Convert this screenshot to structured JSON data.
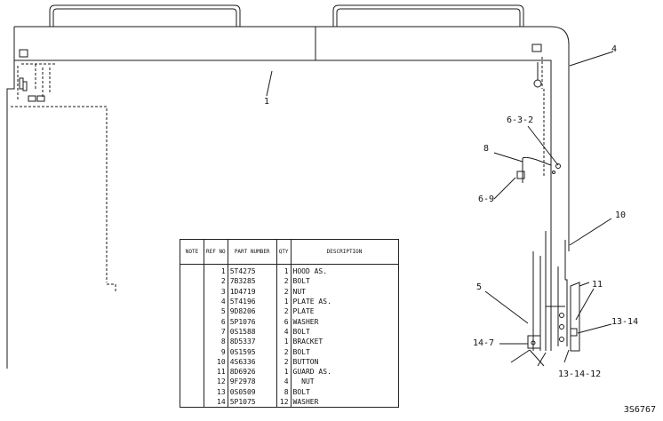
{
  "callouts": {
    "c1": "1",
    "c4": "4",
    "c6_3_2": "6-3-2",
    "c8": "8",
    "c6_9": "6-9",
    "c10": "10",
    "c11": "11",
    "c5": "5",
    "c13_14": "13-14",
    "c14_7": "14-7",
    "c13_14_12": "13-14-12"
  },
  "parts_table": {
    "headers": {
      "note": "NOTE",
      "ref": "REF NO",
      "part_number": "PART NUMBER",
      "qty": "QTY",
      "description": "DESCRIPTION"
    },
    "rows": [
      {
        "ref": "1",
        "part": "5T4275",
        "qty": "1",
        "desc": "HOOD AS."
      },
      {
        "ref": "2",
        "part": "7B3285",
        "qty": "2",
        "desc": "BOLT"
      },
      {
        "ref": "3",
        "part": "1D4719",
        "qty": "2",
        "desc": "NUT"
      },
      {
        "ref": "4",
        "part": "5T4196",
        "qty": "1",
        "desc": "PLATE AS."
      },
      {
        "ref": "5",
        "part": "9D8206",
        "qty": "2",
        "desc": "PLATE"
      },
      {
        "ref": "6",
        "part": "5P1076",
        "qty": "6",
        "desc": "WASHER"
      },
      {
        "ref": "7",
        "part": "0S1588",
        "qty": "4",
        "desc": "BOLT"
      },
      {
        "ref": "8",
        "part": "8D5337",
        "qty": "1",
        "desc": "BRACKET"
      },
      {
        "ref": "9",
        "part": "0S1595",
        "qty": "2",
        "desc": "BOLT"
      },
      {
        "ref": "10",
        "part": "4S6336",
        "qty": "2",
        "desc": "BUTTON"
      },
      {
        "ref": "11",
        "part": "8D6926",
        "qty": "1",
        "desc": "GUARD AS."
      },
      {
        "ref": "12",
        "part": "9F2978",
        "qty": "4",
        "desc": "  NUT"
      },
      {
        "ref": "13",
        "part": "0S0509",
        "qty": "8",
        "desc": "BOLT"
      },
      {
        "ref": "14",
        "part": "5P1075",
        "qty": "12",
        "desc": "WASHER"
      }
    ]
  },
  "drawing_number": "3S6767"
}
